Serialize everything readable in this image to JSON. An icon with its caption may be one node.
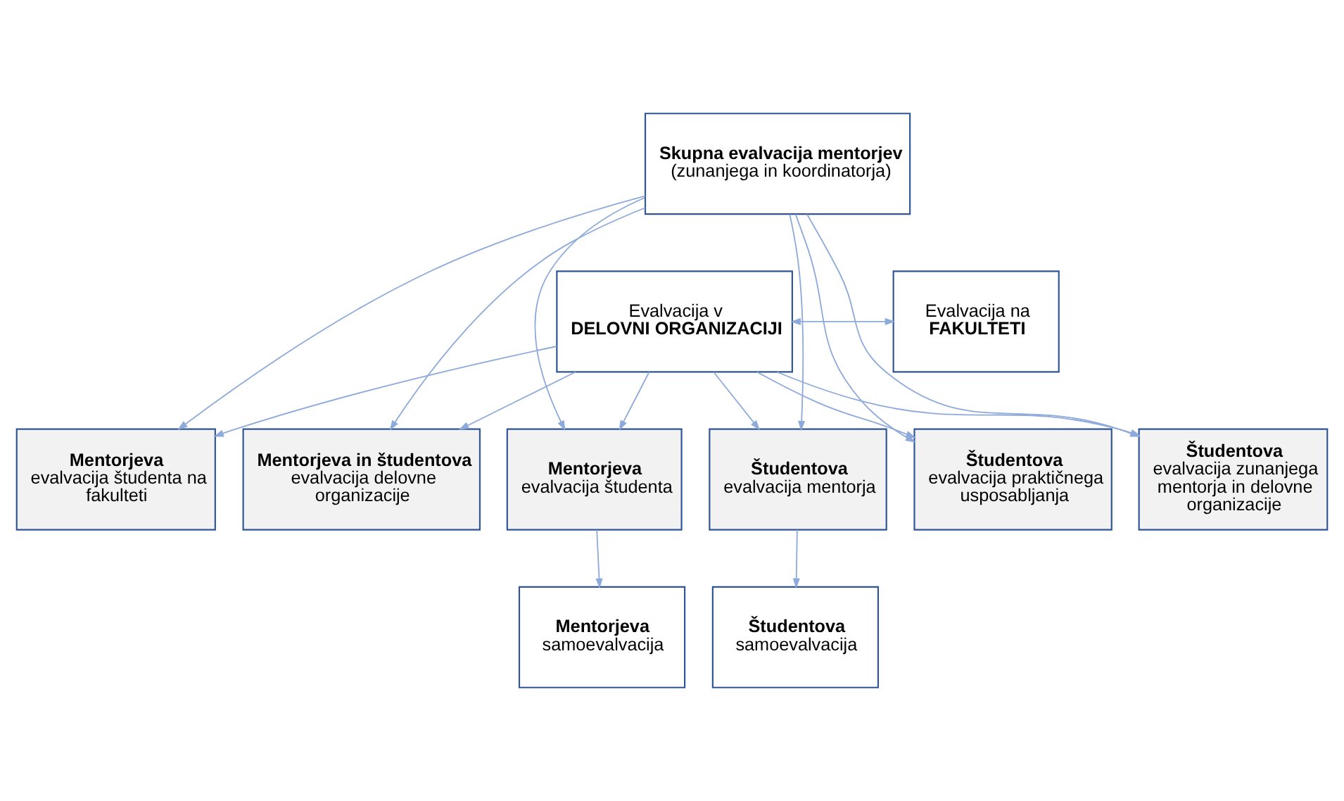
{
  "diagram": {
    "nodes": [
      {
        "text": [
          "Skupna evalvacija mentorjev",
          "(zunanjega in koordinatorja)"
        ]
      },
      {
        "text": [
          "Evalvacija v **DELOVNI ORGANIZACIJI**"
        ]
      },
      {
        "text": [
          "Evalvacija na **FAKULTETI**"
        ]
      },
      {
        "text": [
          "Mentorjeva",
          "evalvacija študenta na fakulteti"
        ]
      },
      {
        "text": [
          "Mentorjeva in študentova",
          "evalvacija delovne organizacije"
        ]
      },
      {
        "text": [
          "Mentorjeva",
          "evalvacija študenta"
        ]
      },
      {
        "text": [
          "Študentova",
          "evalvacija mentorja"
        ]
      },
      {
        "text": [
          "Študentova",
          "evalvacija praktičnega usposabljanja"
        ]
      },
      {
        "text": [
          "Študentova",
          "evalvacija zunanjega mentorja in delovne organizacije"
        ]
      },
      {
        "text": [
          "Mentorjeva",
          "samoevalvacija"
        ]
      },
      {
        "text": [
          "Študentova",
          "samoevalvacija"
        ]
      }
    ],
    "edges": [
      {
        "from": 1,
        "to": 2,
        "arrow": "both"
      },
      {
        "from": 0,
        "to": 3,
        "arrow": "to"
      },
      {
        "from": 0,
        "to": 4,
        "arrow": "to"
      },
      {
        "from": 0,
        "to": 5,
        "arrow": "to"
      },
      {
        "from": 0,
        "to": 6,
        "arrow": "to"
      },
      {
        "from": 0,
        "to": 7,
        "arrow": "to"
      },
      {
        "from": 0,
        "to": 8,
        "arrow": "to"
      },
      {
        "from": 1,
        "to": 3,
        "arrow": "to"
      },
      {
        "from": 1,
        "to": 4,
        "arrow": "to"
      },
      {
        "from": 1,
        "to": 5,
        "arrow": "to"
      },
      {
        "from": 1,
        "to": 6,
        "arrow": "to"
      },
      {
        "from": 1,
        "to": 7,
        "arrow": "to"
      },
      {
        "from": 1,
        "to": 8,
        "arrow": "to"
      },
      {
        "from": 5,
        "to": 9,
        "arrow": "to"
      },
      {
        "from": 6,
        "to": 10,
        "arrow": "to"
      }
    ]
  }
}
